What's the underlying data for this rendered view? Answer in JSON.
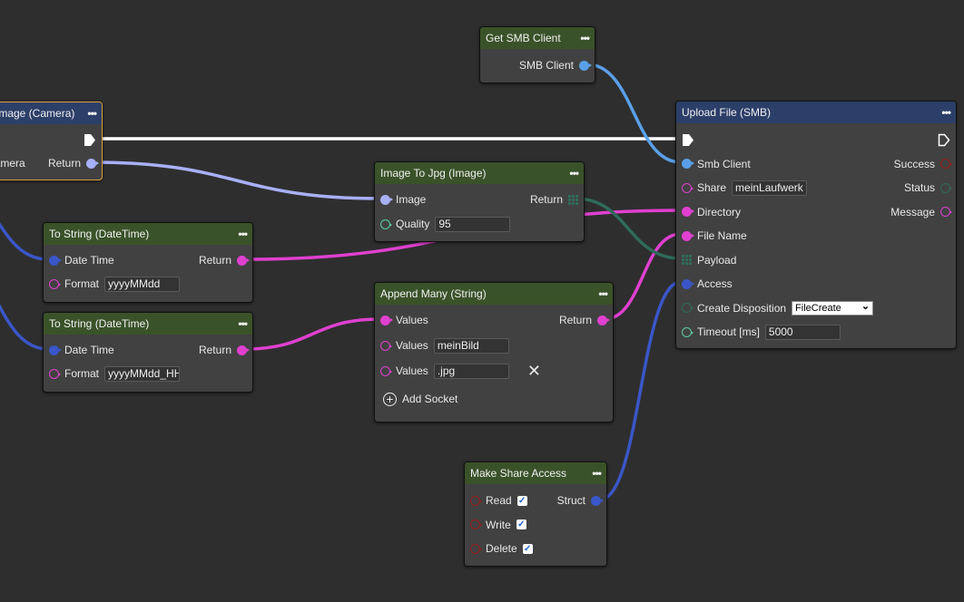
{
  "colors": {
    "exec": "#ffffff",
    "image": "#a8b0f8",
    "smb": "#5aa0e8",
    "string": "#e040d0",
    "datetime": "#3a56c8",
    "struct": "#3a56c8",
    "binary": "#2f6b5a",
    "number": "#5ad0a0",
    "bool": "#9a1e1e",
    "enum": "#2f6b5a"
  },
  "nodes": {
    "camera": {
      "title": "Image (Camera)",
      "menu": "•••",
      "rows": [
        {
          "r": {
            "socket": "exec-filled"
          }
        },
        {
          "l": {
            "label": "Camera"
          },
          "r": {
            "label": "Return",
            "socket": "filled",
            "color": "image"
          }
        }
      ]
    },
    "smbclient": {
      "title": "Get SMB Client",
      "menu": "•••",
      "rows": [
        {
          "r": {
            "label": "SMB Client",
            "socket": "filled",
            "color": "smb"
          }
        }
      ]
    },
    "tostring1": {
      "title": "To String (DateTime)",
      "menu": "•••",
      "rows": [
        {
          "l": {
            "socket": "filled",
            "color": "datetime",
            "label": "Date Time"
          },
          "r": {
            "label": "Return",
            "socket": "filled",
            "color": "string"
          }
        },
        {
          "l": {
            "socket": "outline",
            "color": "string",
            "label": "Format",
            "value": "yyyyMMdd"
          }
        }
      ]
    },
    "tostring2": {
      "title": "To String (DateTime)",
      "menu": "•••",
      "rows": [
        {
          "l": {
            "socket": "filled",
            "color": "datetime",
            "label": "Date Time"
          },
          "r": {
            "label": "Return",
            "socket": "filled",
            "color": "string"
          }
        },
        {
          "l": {
            "socket": "outline",
            "color": "string",
            "label": "Format",
            "value": "yyyyMMdd_HH"
          }
        }
      ]
    },
    "tojpg": {
      "title": "Image To Jpg (Image)",
      "menu": "•••",
      "rows": [
        {
          "l": {
            "socket": "filled",
            "color": "image",
            "label": "Image"
          },
          "r": {
            "label": "Return",
            "socket": "grid"
          }
        },
        {
          "l": {
            "socket": "outline",
            "color": "number",
            "label": "Quality",
            "value": "95"
          }
        }
      ]
    },
    "append": {
      "title": "Append Many (String)",
      "menu": "•••",
      "add_socket": "Add Socket",
      "rows": [
        {
          "l": {
            "socket": "filled",
            "color": "string",
            "label": "Values"
          },
          "r": {
            "label": "Return",
            "socket": "filled",
            "color": "string"
          }
        },
        {
          "l": {
            "socket": "outline",
            "color": "string",
            "label": "Values",
            "value": "meinBild"
          }
        },
        {
          "l": {
            "socket": "outline",
            "color": "string",
            "label": "Values",
            "value": ".jpg",
            "remove": "✕"
          }
        }
      ]
    },
    "shareaccess": {
      "title": "Make Share Access",
      "menu": "•••",
      "rows": [
        {
          "l": {
            "socket": "outline",
            "color": "bool",
            "label": "Read",
            "checked": true
          },
          "r": {
            "label": "Struct",
            "socket": "filled",
            "color": "struct"
          }
        },
        {
          "l": {
            "socket": "outline",
            "color": "bool",
            "label": "Write",
            "checked": true
          }
        },
        {
          "l": {
            "socket": "outline",
            "color": "bool",
            "label": "Delete",
            "checked": true
          }
        }
      ]
    },
    "upload": {
      "title": "Upload File (SMB)",
      "menu": "•••",
      "rows": [
        {
          "l": {
            "socket": "exec-filled"
          },
          "r": {
            "socket": "exec-outline"
          }
        },
        {
          "l": {
            "socket": "filled",
            "color": "smb",
            "label": "Smb Client"
          },
          "r": {
            "label": "Success",
            "socket": "outline",
            "color": "bool"
          }
        },
        {
          "l": {
            "socket": "outline",
            "color": "string",
            "label": "Share",
            "value": "meinLaufwerk"
          },
          "r": {
            "label": "Status",
            "socket": "outline",
            "color": "enum"
          }
        },
        {
          "l": {
            "socket": "filled",
            "color": "string",
            "label": "Directory"
          },
          "r": {
            "label": "Message",
            "socket": "outline",
            "color": "string"
          }
        },
        {
          "l": {
            "socket": "filled",
            "color": "string",
            "label": "File Name"
          }
        },
        {
          "l": {
            "socket": "grid",
            "label": "Payload"
          }
        },
        {
          "l": {
            "socket": "filled",
            "color": "struct",
            "label": "Access"
          }
        },
        {
          "l": {
            "socket": "outline",
            "color": "enum",
            "label": "Create Disposition",
            "select": "FileCreate"
          }
        },
        {
          "l": {
            "socket": "outline",
            "color": "number",
            "label": "Timeout [ms]",
            "value": "5000"
          }
        }
      ]
    }
  }
}
